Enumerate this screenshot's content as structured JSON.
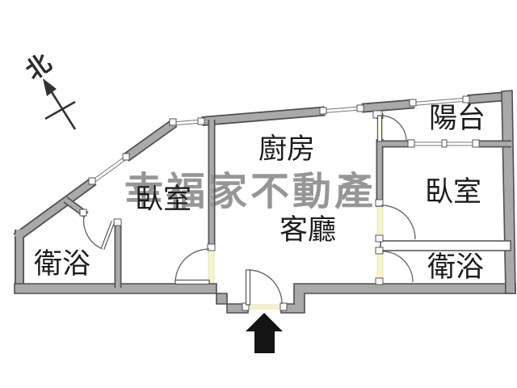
{
  "compass": {
    "north_label": "北"
  },
  "watermark": {
    "text": "幸福家不動產"
  },
  "rooms": {
    "kitchen": {
      "label": "廚房"
    },
    "balcony": {
      "label": "陽台"
    },
    "bedroom_left": {
      "label": "臥室"
    },
    "bedroom_right": {
      "label": "臥室"
    },
    "living_room": {
      "label": "客廳"
    },
    "bathroom_left": {
      "label": "衛浴"
    },
    "bathroom_right": {
      "label": "衛浴"
    }
  },
  "colors": {
    "wall_fill": "#a9a9a9",
    "wall_outline": "#4f4f4f",
    "door_opening": "#f7f3cb",
    "label_text": "#1c1c1c",
    "watermark_gray": "#969696",
    "entrance_arrow": "#141414",
    "background": "#ffffff"
  }
}
